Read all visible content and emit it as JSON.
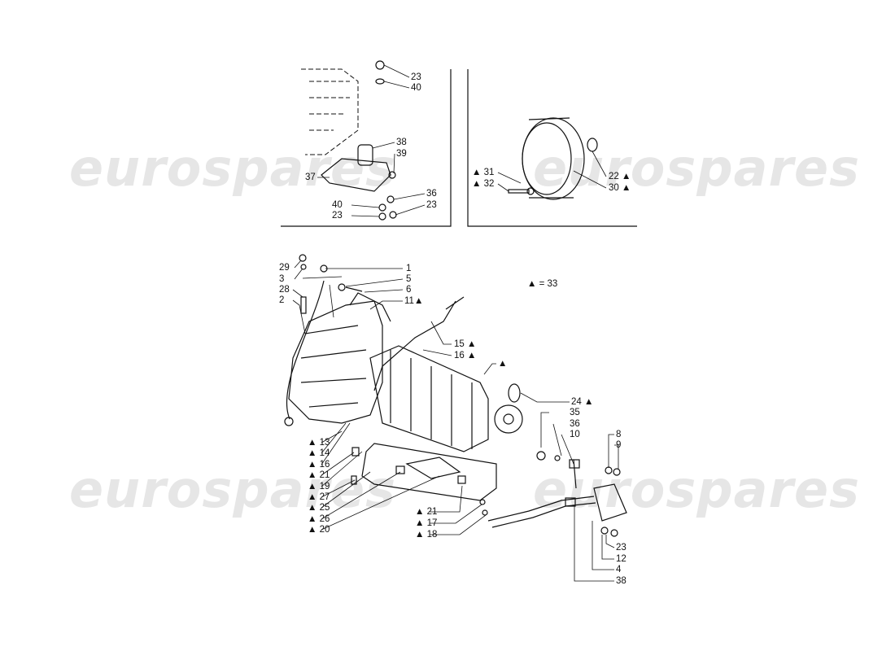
{
  "watermark": "eurospares",
  "legend_note": "▲ = 33",
  "panels": {
    "engine_mount": {
      "labels": [
        "23",
        "40",
        "38",
        "39",
        "37",
        "36",
        "40",
        "23",
        "23"
      ]
    },
    "torque_converter": {
      "labels": [
        "▲ 31",
        "▲ 32",
        "22 ▲",
        "30 ▲"
      ]
    },
    "transmission": {
      "labels": [
        "29",
        "3",
        "28",
        "2",
        "1",
        "5",
        "6",
        "11▲",
        "15 ▲",
        "16 ▲",
        "▲",
        "24 ▲",
        "35",
        "36",
        "10",
        "8",
        "9",
        "▲ 13",
        "▲ 14",
        "▲ 16",
        "▲ 21",
        "▲ 19",
        "▲ 27",
        "▲ 25",
        "▲ 26",
        "▲ 20",
        "▲ 21",
        "▲ 17",
        "▲ 18",
        "23",
        "12",
        "4",
        "38"
      ]
    }
  },
  "colors": {
    "line": "#111111",
    "watermark": "#d2d2d2"
  }
}
